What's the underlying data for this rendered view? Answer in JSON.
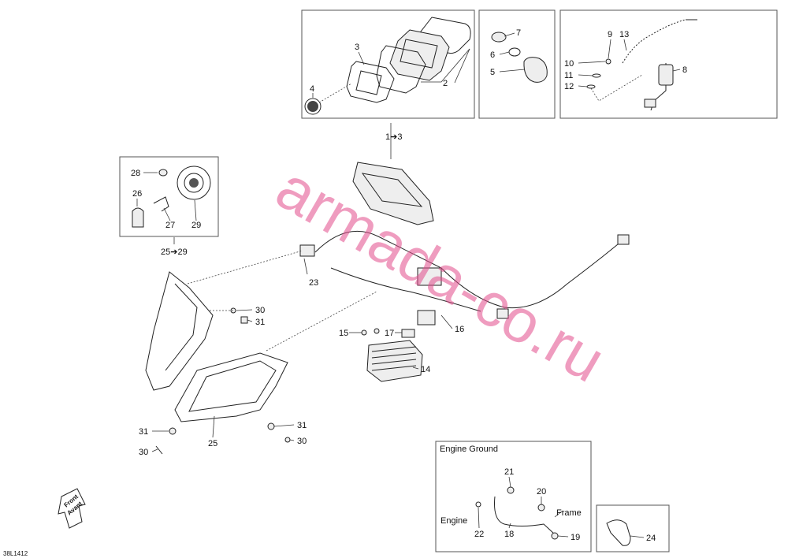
{
  "watermark": "armada-co.ru",
  "diagram_code": "38L1412",
  "group_labels": {
    "gauge_range": "1➔3",
    "headlight_range": "25➔29"
  },
  "inset_texts": {
    "engine_ground_title": "Engine Ground",
    "engine": "Engine",
    "frame": "Frame"
  },
  "front_arrow": {
    "line1": "Front",
    "line2": "Avant"
  },
  "callouts": {
    "c1": "2",
    "c2": "3",
    "c3": "4",
    "c4": "5",
    "c5": "6",
    "c6": "7",
    "c7": "8",
    "c8": "9",
    "c9": "10",
    "c10": "11",
    "c11": "12",
    "c12": "13",
    "c13": "14",
    "c14": "15",
    "c15": "16",
    "c16": "17",
    "c17": "18",
    "c18": "19",
    "c19": "20",
    "c20": "21",
    "c21": "22",
    "c22": "23",
    "c23": "24",
    "c24": "25",
    "c25": "26",
    "c26": "27",
    "c27": "28",
    "c28": "29",
    "c29": "30",
    "c30": "30",
    "c31": "30",
    "c32": "31",
    "c33": "31",
    "c34": "31"
  }
}
